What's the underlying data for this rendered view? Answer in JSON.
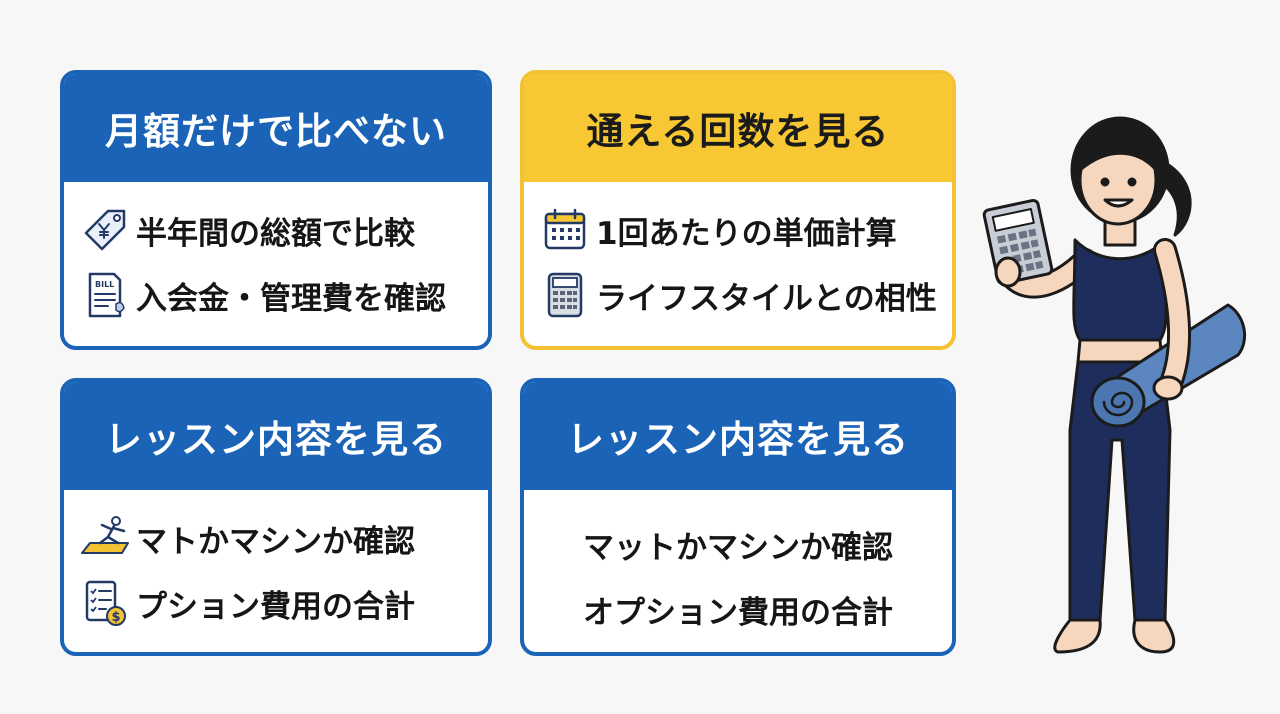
{
  "cards": [
    {
      "title": "月額だけで比べない",
      "items": [
        {
          "icon": "yen-price-tag-icon",
          "text": "半年間の総額で比較"
        },
        {
          "icon": "bill-receipt-icon",
          "text": "入会金・管理費を確認",
          "icon_text": "BILL"
        }
      ]
    },
    {
      "title": "通える回数を見る",
      "items": [
        {
          "icon": "calendar-icon",
          "text": "1回あたりの単価計算"
        },
        {
          "icon": "calculator-icon",
          "text": "ライフスタイルとの相性"
        }
      ]
    },
    {
      "title": "レッスン内容を見る",
      "items": [
        {
          "icon": "yoga-pose-icon",
          "text": "マトかマシンか確認"
        },
        {
          "icon": "checklist-dollar-icon",
          "text": "プション費用の合計"
        }
      ]
    },
    {
      "title": "レッスン内容を見る",
      "items": [
        {
          "text": "マットかマシンか確認"
        },
        {
          "text": "オプション費用の合計"
        }
      ]
    }
  ],
  "colors": {
    "blue": "#1a63b6",
    "yellow": "#f7c833",
    "navy": "#1f2d5c"
  },
  "illustration": {
    "icon": "woman-with-calculator-and-yoga-mat-icon"
  }
}
